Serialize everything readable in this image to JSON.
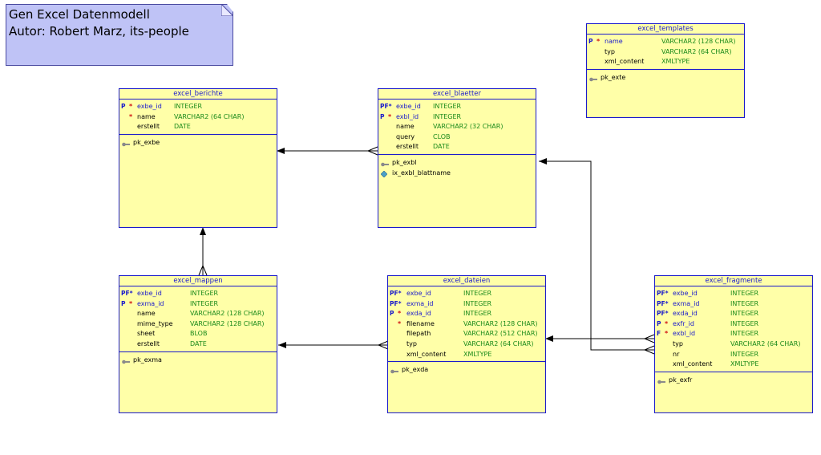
{
  "note": {
    "line1": "Gen Excel Datenmodell",
    "line2": "Autor: Robert Marz, its-people"
  },
  "tables": {
    "berichte": {
      "title": "excel_berichte",
      "columns": [
        {
          "key": "P",
          "star": "*",
          "name": "exbe_id",
          "type": "INTEGER"
        },
        {
          "key": "",
          "star": "*",
          "name": "name",
          "type": "VARCHAR2 (64 CHAR)"
        },
        {
          "key": "",
          "star": "",
          "name": "erstellt",
          "type": "DATE"
        }
      ],
      "indexes": [
        "pk_exbe"
      ]
    },
    "blaetter": {
      "title": "excel_blaetter",
      "columns": [
        {
          "key": "PF*",
          "star": "",
          "name": "exbe_id",
          "type": "INTEGER"
        },
        {
          "key": "P",
          "star": "*",
          "name": "exbl_id",
          "type": "INTEGER"
        },
        {
          "key": "",
          "star": "",
          "name": "name",
          "type": "VARCHAR2 (32 CHAR)"
        },
        {
          "key": "",
          "star": "",
          "name": "query",
          "type": "CLOB"
        },
        {
          "key": "",
          "star": "",
          "name": "erstellt",
          "type": "DATE"
        }
      ],
      "indexes": [
        "pk_exbl",
        "ix_exbl_blattname"
      ]
    },
    "templates": {
      "title": "excel_templates",
      "columns": [
        {
          "key": "P",
          "star": "*",
          "name": "name",
          "type": "VARCHAR2 (128 CHAR)"
        },
        {
          "key": "",
          "star": "",
          "name": "typ",
          "type": "VARCHAR2 (64 CHAR)"
        },
        {
          "key": "",
          "star": "",
          "name": "xml_content",
          "type": "XMLTYPE"
        }
      ],
      "indexes": [
        "pk_exte"
      ]
    },
    "mappen": {
      "title": "excel_mappen",
      "columns": [
        {
          "key": "PF*",
          "star": "",
          "name": "exbe_id",
          "type": "INTEGER"
        },
        {
          "key": "P",
          "star": "*",
          "name": "exma_id",
          "type": "INTEGER"
        },
        {
          "key": "",
          "star": "",
          "name": "name",
          "type": "VARCHAR2 (128 CHAR)"
        },
        {
          "key": "",
          "star": "",
          "name": "mime_type",
          "type": "VARCHAR2 (128 CHAR)"
        },
        {
          "key": "",
          "star": "",
          "name": "sheet",
          "type": "BLOB"
        },
        {
          "key": "",
          "star": "",
          "name": "erstellt",
          "type": "DATE"
        }
      ],
      "indexes": [
        "pk_exma"
      ]
    },
    "dateien": {
      "title": "excel_dateien",
      "columns": [
        {
          "key": "PF*",
          "star": "",
          "name": "exbe_id",
          "type": "INTEGER"
        },
        {
          "key": "PF*",
          "star": "",
          "name": "exma_id",
          "type": "INTEGER"
        },
        {
          "key": "P",
          "star": "*",
          "name": "exda_id",
          "type": "INTEGER"
        },
        {
          "key": "",
          "star": "*",
          "name": "filename",
          "type": "VARCHAR2 (128 CHAR)"
        },
        {
          "key": "",
          "star": "",
          "name": "filepath",
          "type": "VARCHAR2 (512 CHAR)"
        },
        {
          "key": "",
          "star": "",
          "name": "typ",
          "type": "VARCHAR2 (64 CHAR)"
        },
        {
          "key": "",
          "star": "",
          "name": "xml_content",
          "type": "XMLTYPE"
        }
      ],
      "indexes": [
        "pk_exda"
      ]
    },
    "fragmente": {
      "title": "excel_fragmente",
      "columns": [
        {
          "key": "PF*",
          "star": "",
          "name": "exbe_id",
          "type": "INTEGER"
        },
        {
          "key": "PF*",
          "star": "",
          "name": "exma_id",
          "type": "INTEGER"
        },
        {
          "key": "PF*",
          "star": "",
          "name": "exda_id",
          "type": "INTEGER"
        },
        {
          "key": "P",
          "star": "*",
          "name": "exfr_id",
          "type": "INTEGER"
        },
        {
          "key": "F",
          "star": "*",
          "name": "exbl_id",
          "type": "INTEGER"
        },
        {
          "key": "",
          "star": "",
          "name": "typ",
          "type": "VARCHAR2 (64 CHAR)"
        },
        {
          "key": "",
          "star": "",
          "name": "nr",
          "type": "INTEGER"
        },
        {
          "key": "",
          "star": "",
          "name": "xml_content",
          "type": "XMLTYPE"
        }
      ],
      "indexes": [
        "pk_exfr"
      ]
    }
  },
  "colors": {
    "border": "#1a1acc",
    "fill": "#ffffa8",
    "type_text": "#1a8a1a",
    "mandatory": "#d01010",
    "note_fill": "#bfc3f6"
  }
}
